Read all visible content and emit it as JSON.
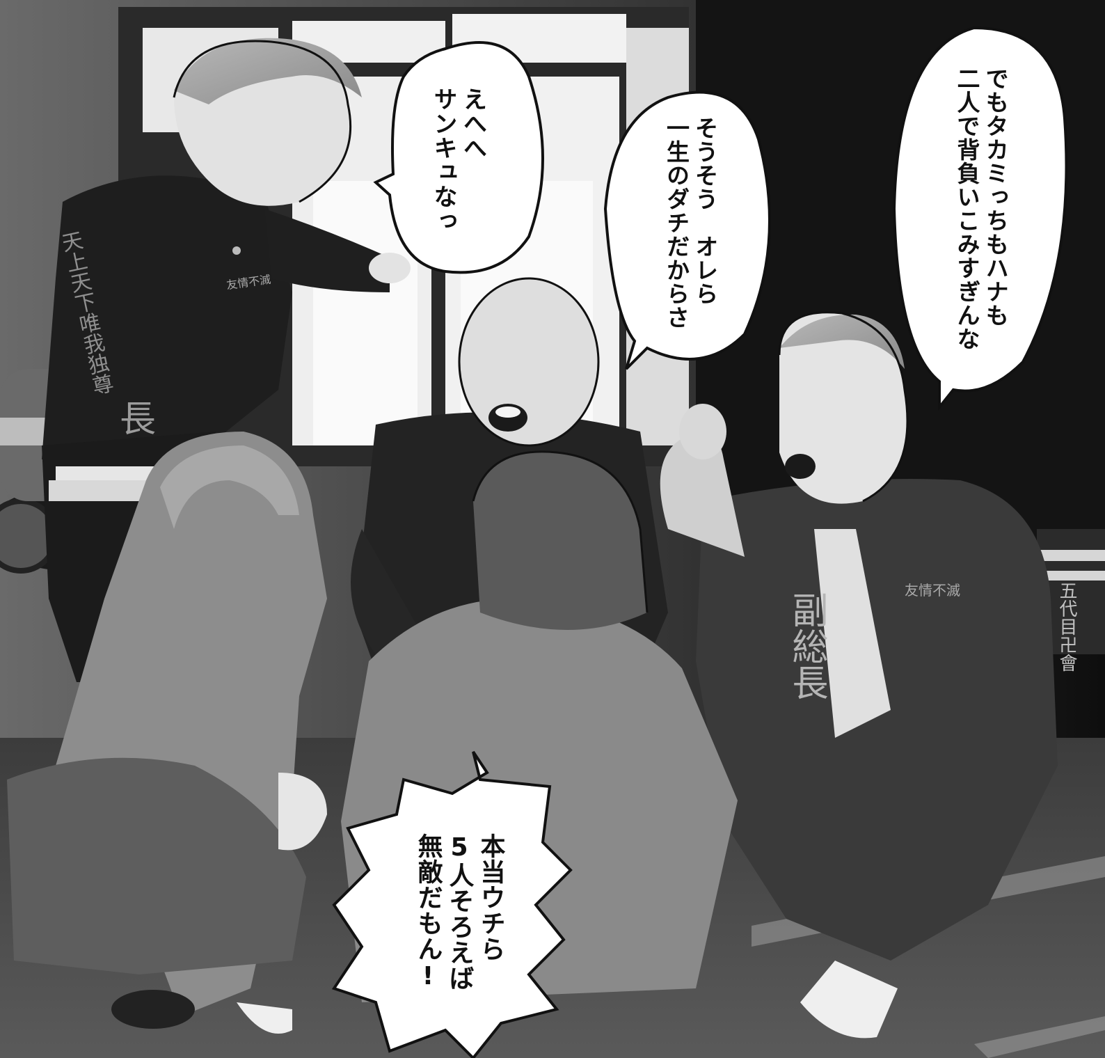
{
  "speech": {
    "ehehe": {
      "lines": [
        "えへへ",
        "サンキュなっ"
      ]
    },
    "sousou": {
      "lines": [
        "そうそう　オレら",
        "一生のダチだからさ"
      ]
    },
    "demo": {
      "lines": [
        "でもタカミっちもハナも",
        "二人で背負いこみすぎんな"
      ]
    },
    "hontou": {
      "lines": [
        "本当ウチら",
        "5人そろえば",
        "無敵だもん!"
      ]
    }
  },
  "jacket_text": {
    "left_sleeve": "天上天下唯我独尊",
    "left_chest": "友情不滅",
    "left_rank": "長",
    "right_chest": "友情不滅",
    "right_rank": "副総長",
    "right_sleeve": "五代目卍會"
  },
  "colors": {
    "background_dark": "#1c1c1c",
    "window_light": "#ececec",
    "bubble_fill": "#ffffff",
    "ink": "#111111"
  }
}
